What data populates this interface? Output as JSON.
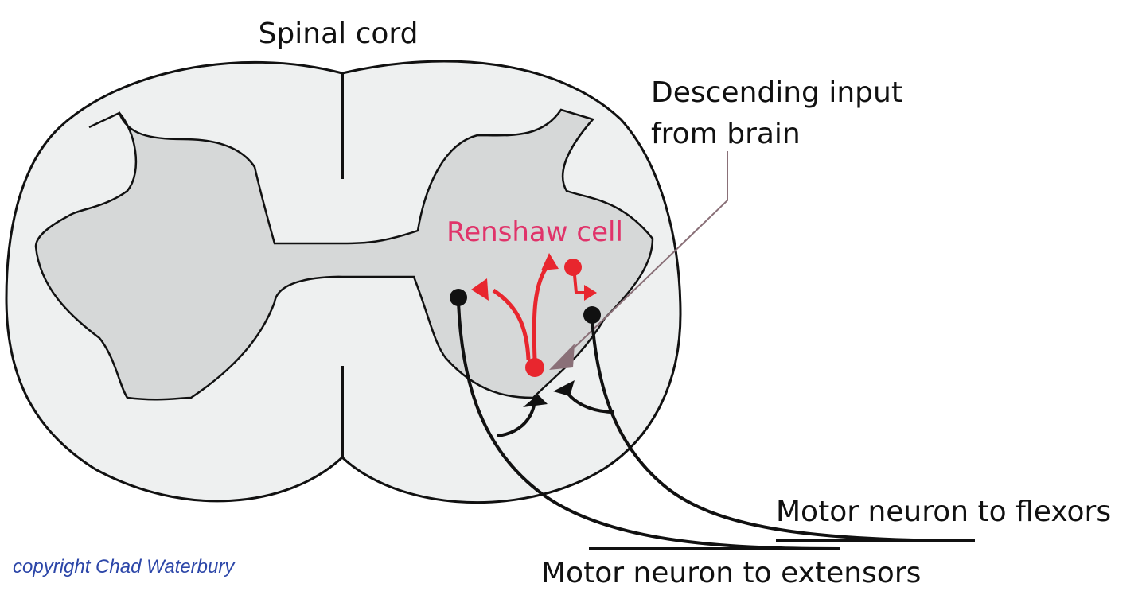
{
  "title": "Spinal cord",
  "labels": {
    "renshaw": "Renshaw cell",
    "descending_line1": "Descending input",
    "descending_line2": "from brain",
    "flexors": "Motor neuron to flexors",
    "extensors": "Motor neuron to extensors"
  },
  "copyright": "copyright Chad Waterbury",
  "colors": {
    "white_matter": "#eef0f0",
    "gray_matter": "#d6d8d8",
    "outline": "#111111",
    "renshaw": "#e8262e",
    "renshaw_text": "#e0336a",
    "descending_pointer": "#8a7078",
    "copyright_text": "#2c46a8"
  }
}
